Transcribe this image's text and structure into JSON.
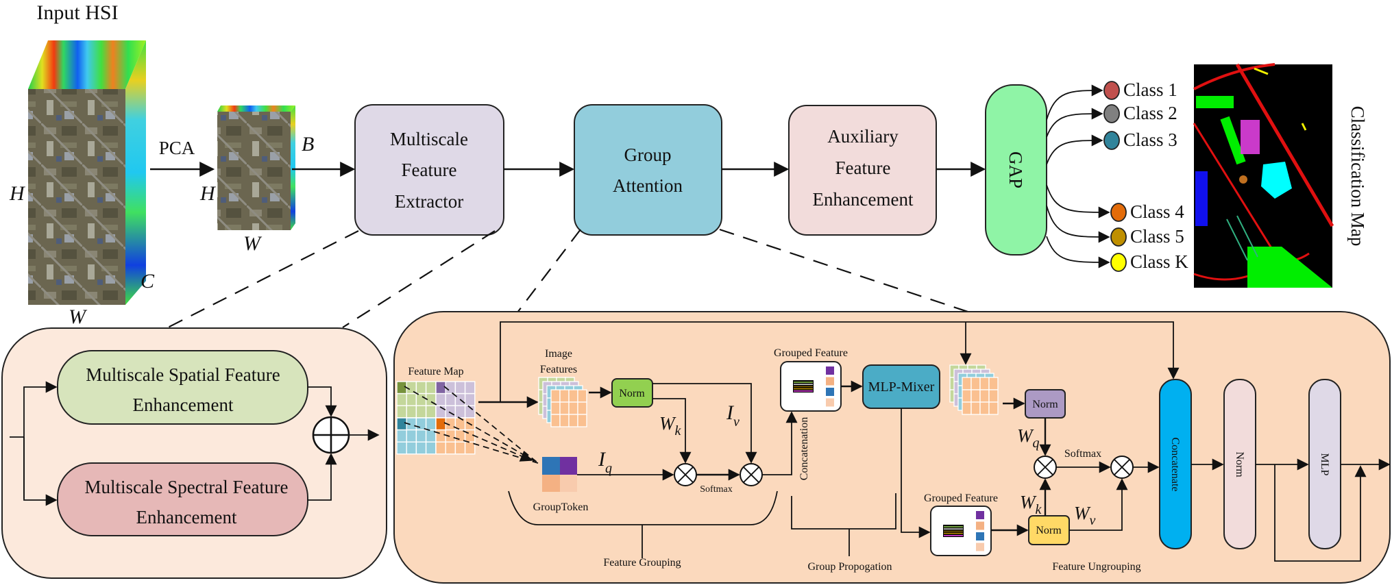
{
  "input": {
    "title": "Input HSI",
    "dims": {
      "h": "H",
      "w": "W",
      "c": "C"
    }
  },
  "pca": {
    "label": "PCA",
    "dims": {
      "h": "H",
      "w": "W",
      "b": "B"
    }
  },
  "pipeline": {
    "extractor": [
      "Multiscale",
      "Feature",
      "Extractor"
    ],
    "group_attention": [
      "Group",
      "Attention"
    ],
    "auxiliary": [
      "Auxiliary",
      "Feature",
      "Enhancement"
    ],
    "gap": "GAP"
  },
  "classes": [
    {
      "label": "Class 1",
      "color": "#c0504d"
    },
    {
      "label": "Class 2",
      "color": "#808080"
    },
    {
      "label": "Class 3",
      "color": "#31849b"
    },
    {
      "label": "Class 4",
      "color": "#e36c0a"
    },
    {
      "label": "Class 5",
      "color": "#bf8f00"
    },
    {
      "label": "Class K",
      "color": "#ffff00"
    }
  ],
  "classification_map": {
    "label": "Classification Map"
  },
  "multiscale_detail": {
    "spatial": [
      "Multiscale Spatial Feature",
      "Enhancement"
    ],
    "spectral": [
      "Multiscale Spectral Feature",
      "Enhancement"
    ]
  },
  "group_attention_detail": {
    "feature_map": "Feature Map",
    "image_features": [
      "Image",
      "Features"
    ],
    "norm": "Norm",
    "group_token": "GroupToken",
    "iq": "I",
    "iq_sub": "q",
    "iv": "I",
    "iv_sub": "v",
    "wk": "W",
    "wk_sub": "k",
    "wq": "W",
    "wq_sub": "q",
    "wv": "W",
    "wv_sub": "v",
    "softmax": "Softmax",
    "grouped_feature": "Grouped Feature",
    "concatenation": "Concatenation",
    "mlp_mixer": "MLP-Mixer",
    "feature_grouping": "Feature Grouping",
    "group_propagation": "Group Propogation",
    "feature_ungrouping": "Feature Ungrouping",
    "concatenate": "Concatenate",
    "mlp": "MLP"
  },
  "colors": {
    "extractor": "#dfd9e7",
    "group_attention": "#92cddc",
    "auxiliary": "#f2dcdb",
    "gap": "#8ff4a6",
    "spatial": "#d7e4bc",
    "spectral": "#e6b8b7",
    "left_panel": "#fce9dc",
    "right_panel": "#fbd9bd",
    "norm_green": "#92d050",
    "norm_purple": "#ac9ac4",
    "norm_yellow": "#ffd966",
    "mlp_mixer": "#4bacc6",
    "concatenate": "#00b0f0",
    "norm_bar": "#f2dcdb",
    "mlp_bar": "#dfd9e7"
  }
}
